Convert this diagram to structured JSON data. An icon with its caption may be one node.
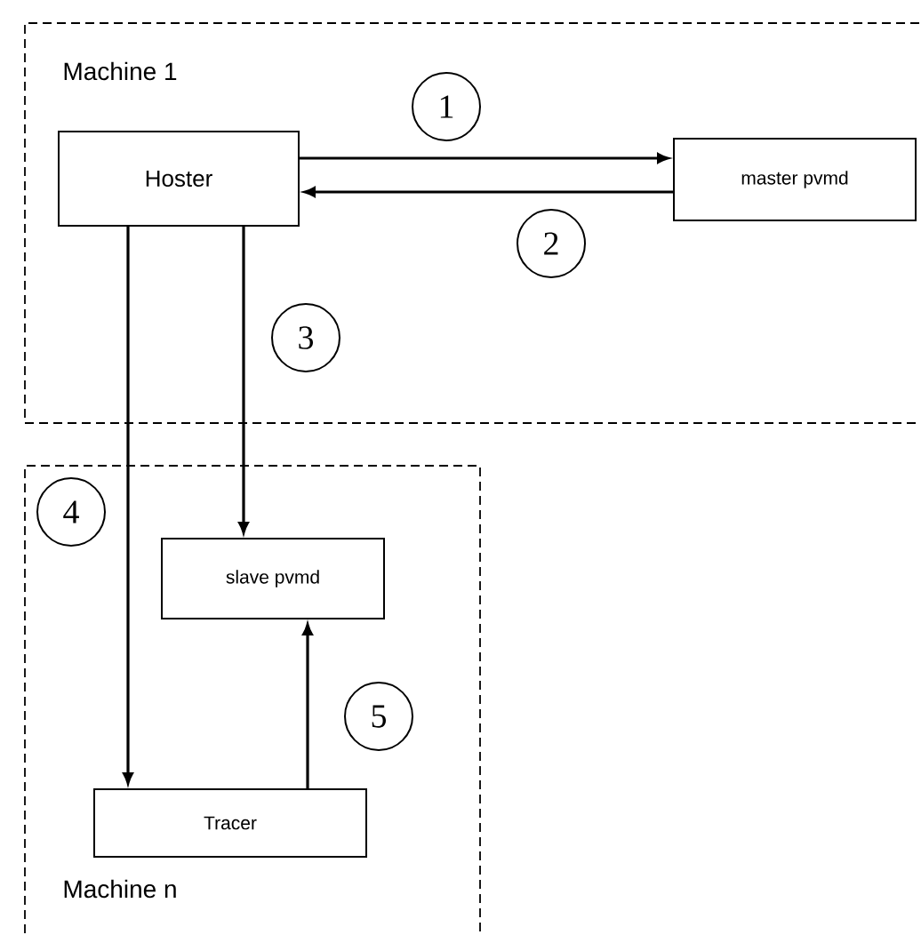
{
  "diagram": {
    "nodes": [
      {
        "text": [
          "Machine 1"
        ]
      },
      {
        "text": [
          "Hoster"
        ],
        "in": 0
      },
      {
        "text": [
          "master pvmd"
        ],
        "in": 0
      },
      {
        "text": [
          "Machine n"
        ]
      },
      {
        "text": [
          "slave pvmd"
        ],
        "in": 3
      },
      {
        "text": [
          "Tracer"
        ],
        "in": 3
      }
    ],
    "edges": [
      {
        "from": 1,
        "to": 2,
        "arrow": "to",
        "label": "1"
      },
      {
        "from": 2,
        "to": 1,
        "arrow": "to",
        "label": "2"
      },
      {
        "from": 1,
        "to": 4,
        "arrow": "to",
        "label": "3"
      },
      {
        "from": 1,
        "to": 5,
        "arrow": "to",
        "label": "4"
      },
      {
        "from": 5,
        "to": 4,
        "arrow": "to",
        "label": "5"
      }
    ]
  }
}
